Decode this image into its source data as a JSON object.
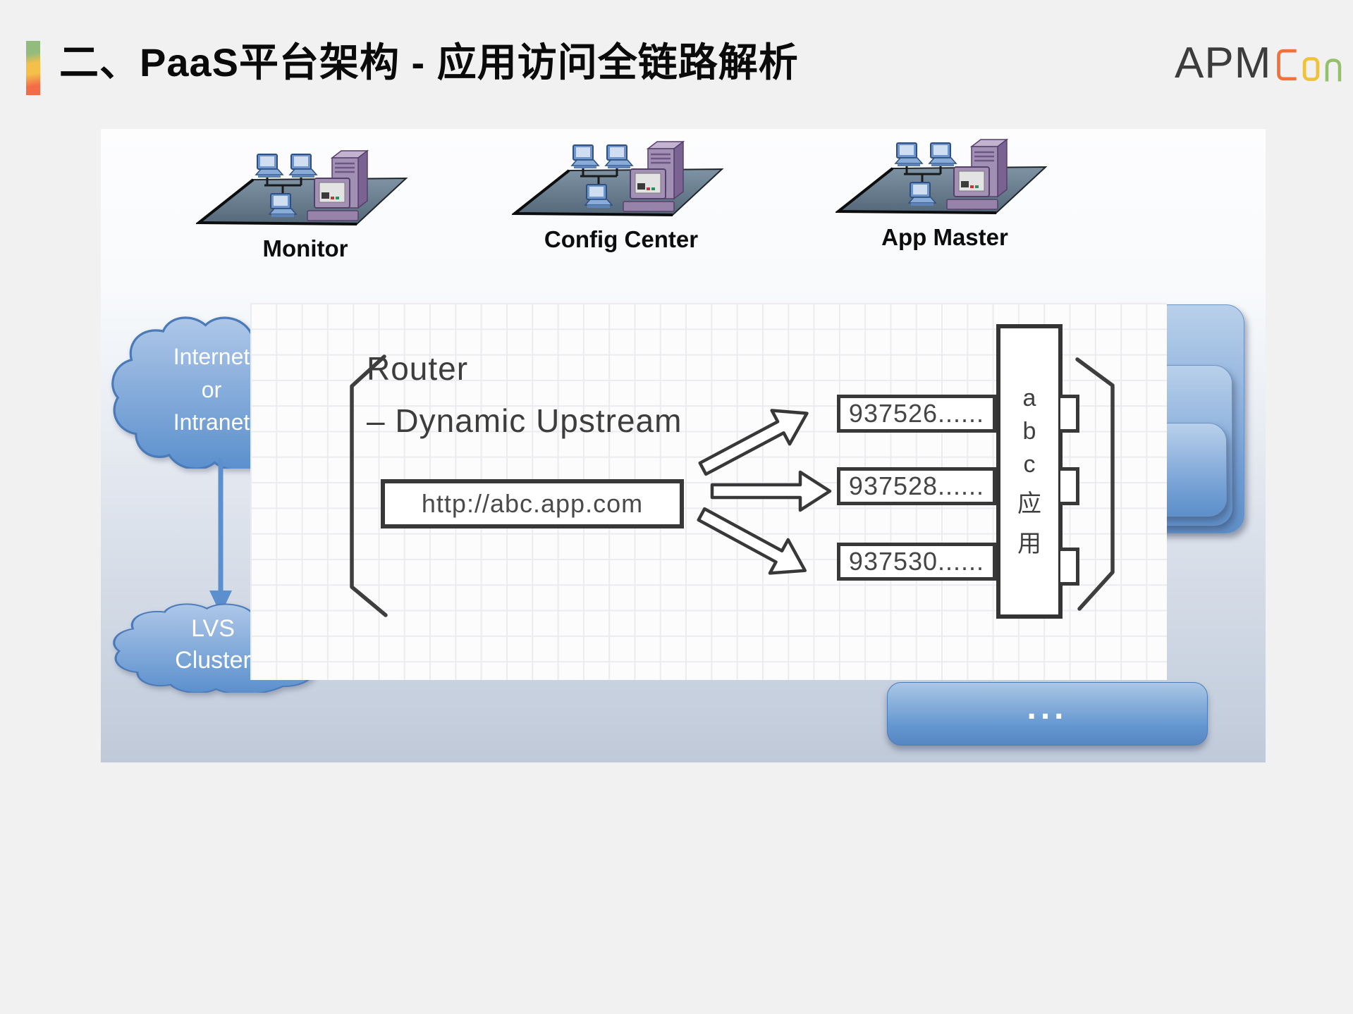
{
  "title": "二、PaaS平台架构 - 应用访问全链路解析",
  "logo": {
    "text": "APM",
    "outline_letters": "Con",
    "colors": {
      "text": "#3c3c3c",
      "c": "#f2703a",
      "o": "#f0c23c",
      "n": "#94c06a"
    }
  },
  "accent_bar_colors": [
    "#92bc7d",
    "#f5c04a",
    "#f26d47"
  ],
  "clusters": [
    {
      "label": "Monitor"
    },
    {
      "label": "Config Center"
    },
    {
      "label": "App Master"
    }
  ],
  "internet_cloud": {
    "line1": "Internet",
    "line2": "or",
    "line3": "Intranet"
  },
  "lvs_cloud": {
    "line1": "LVS",
    "line2": "Cluster"
  },
  "diagram": {
    "router_title": "Router",
    "router_subtitle": "– Dynamic Upstream",
    "url_box": "http://abc.app.com",
    "upstreams": [
      {
        "id": "937526......"
      },
      {
        "id": "937528......"
      },
      {
        "id": "937530......"
      }
    ],
    "app_box": {
      "chars": [
        "a",
        "b",
        "c",
        "应",
        "用"
      ]
    }
  },
  "more_button": {
    "label": "..."
  },
  "theme": {
    "cloud_fill_top": "#aec7e8",
    "cloud_fill_bottom": "#5a8fcc",
    "card_blue": "#6f9dd3",
    "diagram_ink": "#3d3d3d"
  }
}
